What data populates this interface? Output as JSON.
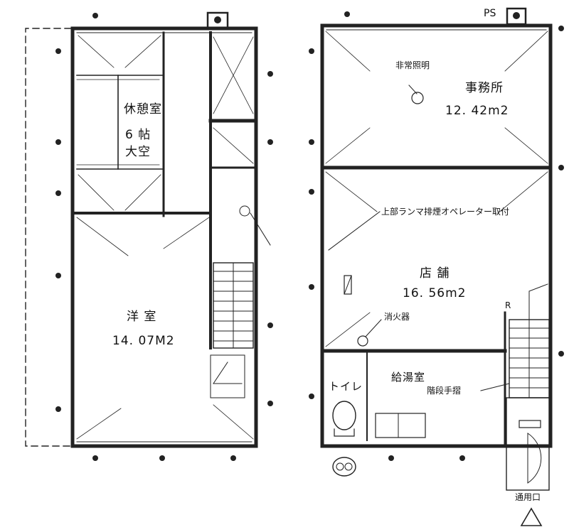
{
  "left_floor": {
    "rest_room": {
      "name": "休憩室",
      "size": "6 帖",
      "sub": "大空"
    },
    "western_room": {
      "name": "洋 室",
      "area": "14. 07M2"
    }
  },
  "right_floor": {
    "ps_label": "PS",
    "emergency_light": "非常照明",
    "office": {
      "name": "事務所",
      "area": "12. 42m2"
    },
    "upper_note": "上部ランマ排煙オペレーター取付",
    "shop": {
      "name": "店 舗",
      "area": "16. 56m2"
    },
    "extinguisher": "消火器",
    "kitchenette": "給湯室",
    "toilet": "トイレ",
    "stair_handrail": "階段手摺",
    "service_entrance": "通用口",
    "up_arrow_mark": "R"
  }
}
